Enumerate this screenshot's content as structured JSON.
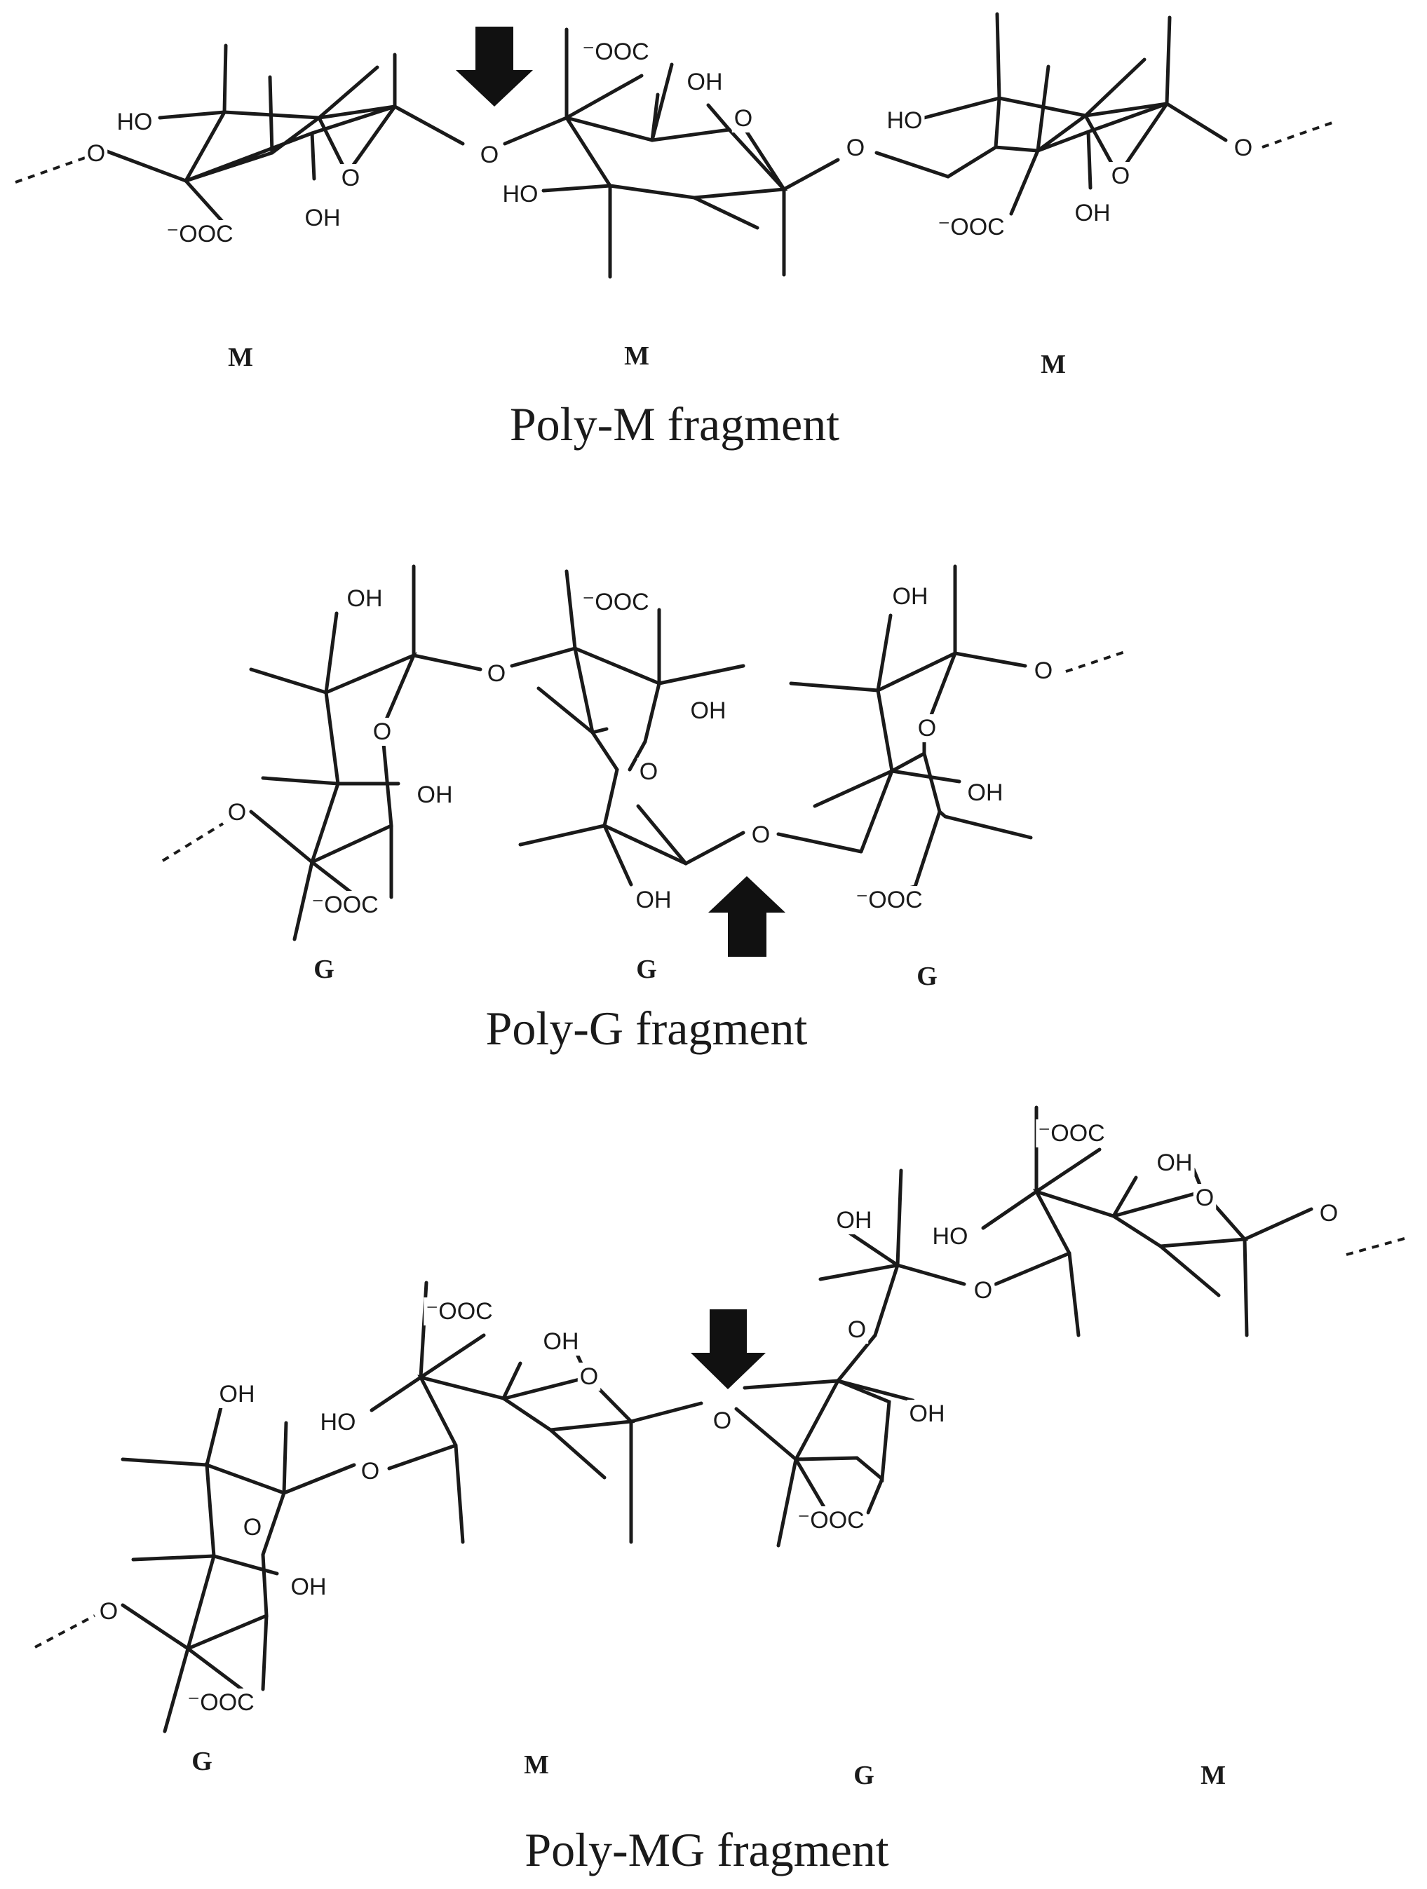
{
  "labels": {
    "hydroxyl": "HO",
    "hydroxyl_r": "OH",
    "carboxylate": "⁻OOC",
    "ring_oxygen": "O"
  },
  "fragments": [
    {
      "caption": "Poly-M fragment",
      "units": [
        "M",
        "M",
        "M"
      ]
    },
    {
      "caption": "Poly-G fragment",
      "units": [
        "G",
        "G",
        "G"
      ]
    },
    {
      "caption": "Poly-MG fragment",
      "units": [
        "G",
        "M",
        "G",
        "M"
      ]
    }
  ],
  "arrows": [
    {
      "fragment": 0,
      "direction": "down"
    },
    {
      "fragment": 1,
      "direction": "up"
    },
    {
      "fragment": 2,
      "direction": "down"
    }
  ]
}
